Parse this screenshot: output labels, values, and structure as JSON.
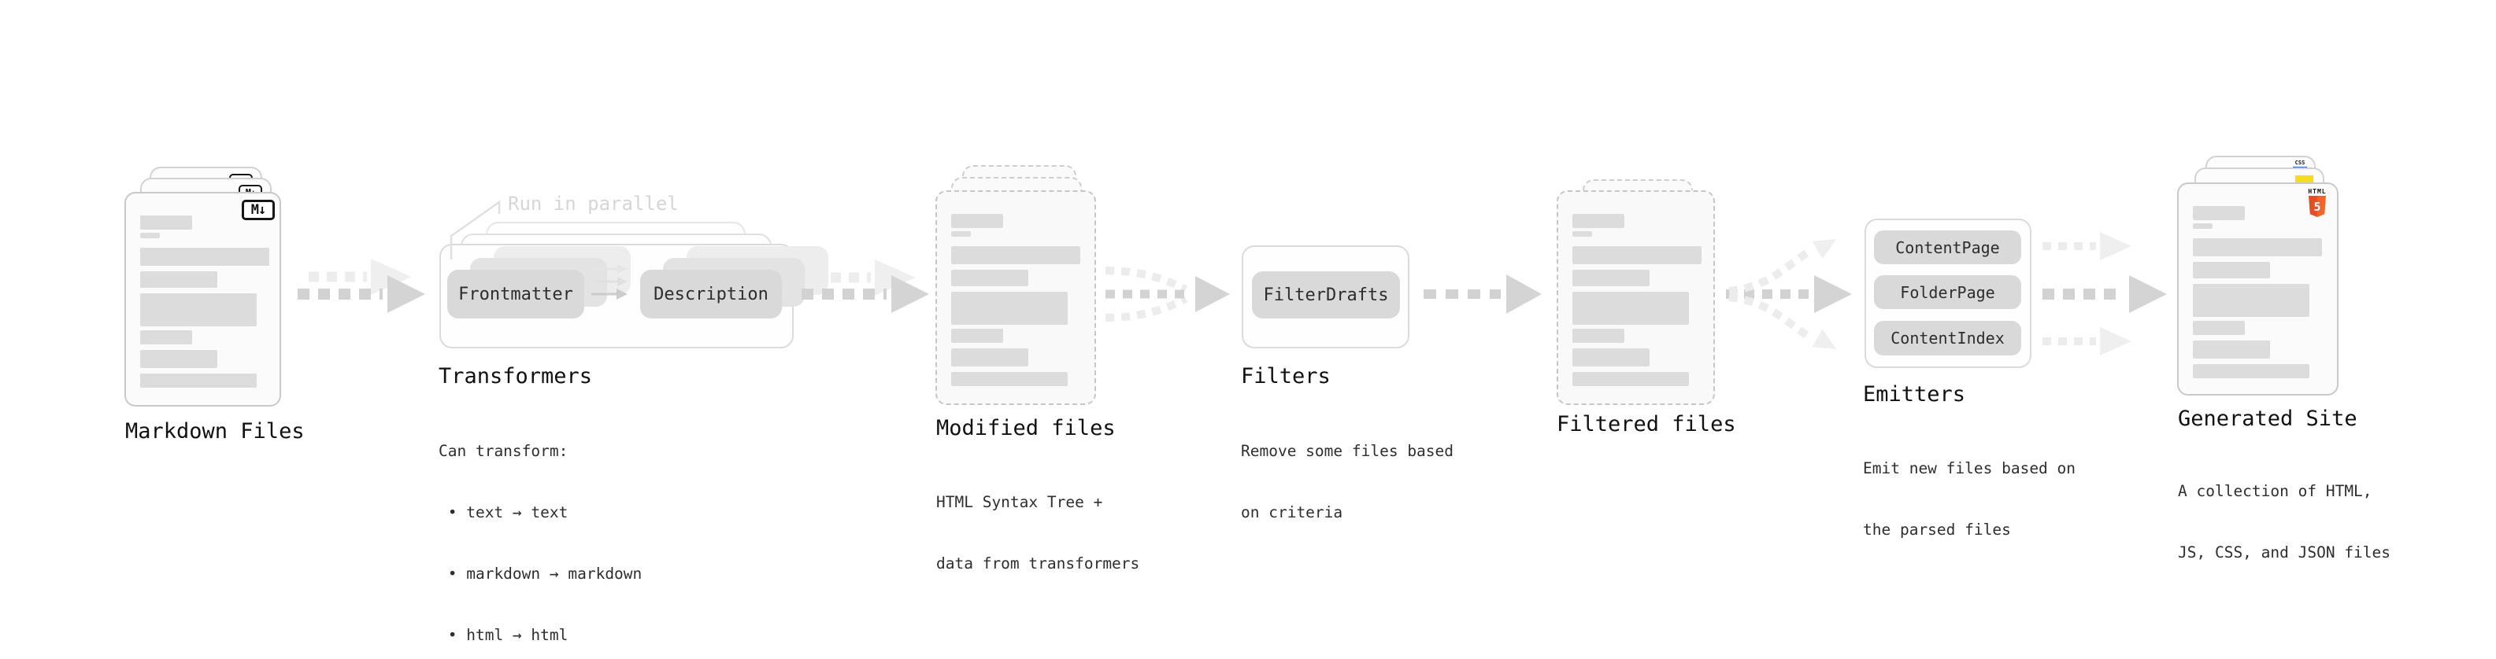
{
  "diagram": {
    "annotation_run_in_parallel": "Run in parallel",
    "stages": {
      "markdown": {
        "title": "Markdown Files",
        "badge": "M↓"
      },
      "transformers": {
        "title": "Transformers",
        "pills": [
          "Frontmatter",
          "Description"
        ],
        "desc": [
          "Can transform:",
          " • text → text",
          " • markdown → markdown",
          " • html → html"
        ]
      },
      "modified": {
        "title": "Modified files",
        "desc": [
          "HTML Syntax Tree +",
          "data from transformers"
        ]
      },
      "filters": {
        "title": "Filters",
        "pills": [
          "FilterDrafts"
        ],
        "desc": [
          "Remove some files based",
          "on criteria"
        ]
      },
      "filtered": {
        "title": "Filtered files"
      },
      "emitters": {
        "title": "Emitters",
        "pills": [
          "ContentPage",
          "FolderPage",
          "ContentIndex"
        ],
        "desc": [
          "Emit new files based on",
          "the parsed files"
        ]
      },
      "generated": {
        "title": "Generated Site",
        "desc": [
          "A collection of HTML,",
          "JS, CSS, and JSON files"
        ],
        "badges": {
          "html_label": "HTML",
          "html_number": "5",
          "css_label": "CSS"
        }
      }
    },
    "colors": {
      "accent_html": "#e44d26",
      "accent_js": "#f5de19",
      "accent_css": "#2965f1"
    }
  }
}
